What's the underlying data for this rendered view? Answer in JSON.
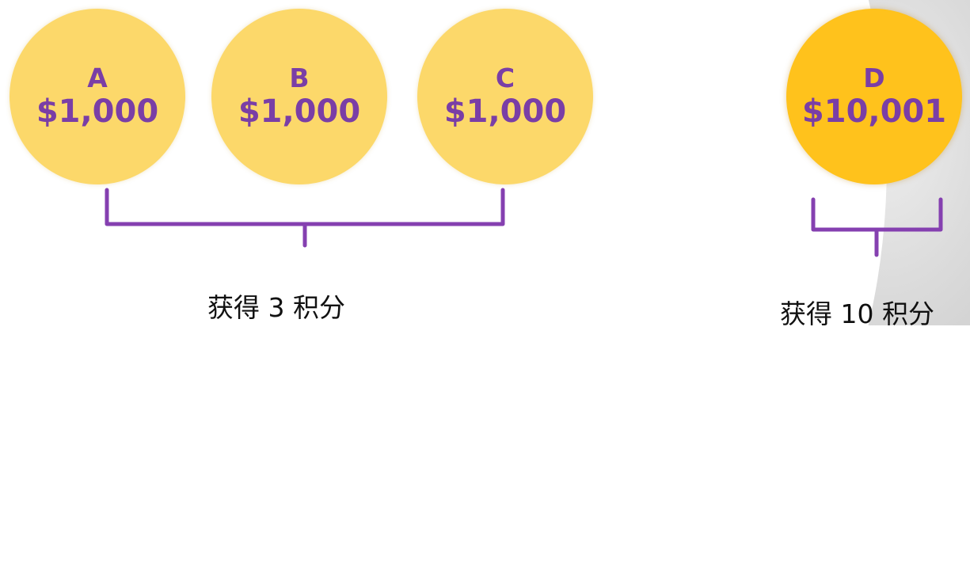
{
  "coins": [
    {
      "letter": "A",
      "amount": "$1,000"
    },
    {
      "letter": "B",
      "amount": "$1,000"
    },
    {
      "letter": "C",
      "amount": "$1,000"
    },
    {
      "letter": "D",
      "amount": "$10,001"
    }
  ],
  "captions": {
    "left": "获得 3 积分",
    "right": "获得 10 积分"
  },
  "colors": {
    "coin_light": "#fcd86a",
    "coin_dark": "#ffc21c",
    "text": "#7a3ea6",
    "brace": "#8540b0"
  }
}
